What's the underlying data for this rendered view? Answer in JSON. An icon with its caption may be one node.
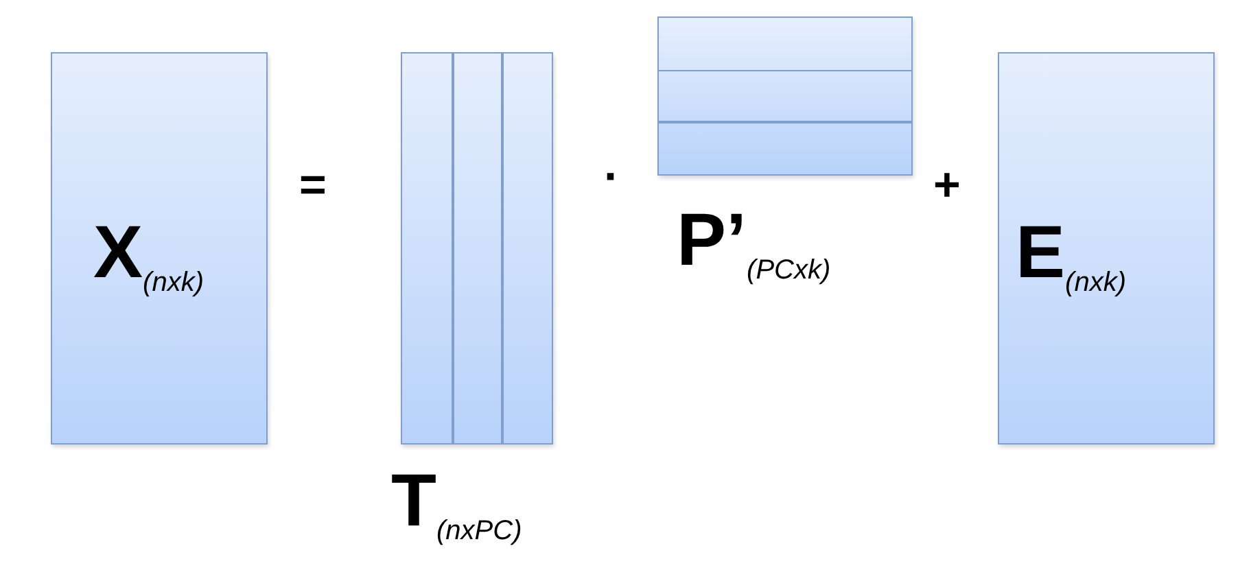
{
  "diagram": {
    "nodes": [
      {
        "text": [
          "**X**$_{(nxk)}$"
        ]
      },
      {
        "text": [
          "**T**$_{(nxPC)}$"
        ]
      },
      {
        "text": [
          "**P’**$_{(PCxk)}$"
        ]
      },
      {
        "text": [
          "**E**$_{(nxk)}$"
        ]
      }
    ],
    "labels": [
      "=",
      "·",
      "+"
    ]
  }
}
